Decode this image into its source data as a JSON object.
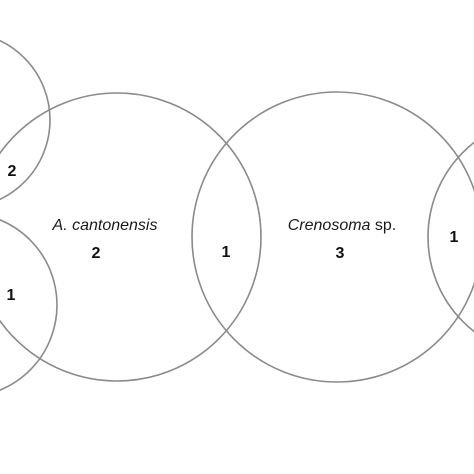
{
  "sets": [
    {
      "id": "left-top",
      "label_italic": "",
      "label_rest": ""
    },
    {
      "id": "left-bottom",
      "label_italic": "",
      "label_rest": ""
    },
    {
      "id": "a-cantonensis",
      "label_italic": "A. cantonensis",
      "label_rest": ""
    },
    {
      "id": "crenosoma",
      "label_italic": "Crenosoma",
      "label_rest": " sp."
    },
    {
      "id": "right",
      "label_italic": "",
      "label_rest": ""
    }
  ],
  "counts": {
    "left_top_only": "2",
    "left_bottom_only": "1",
    "a_cantonensis_only": "2",
    "a_cantonensis_crenosoma_overlap": "1",
    "crenosoma_only": "3",
    "right_only": "1"
  },
  "colors": {
    "circle_stroke": "#8a8a8a",
    "text": "#111111",
    "background": "#ffffff"
  }
}
